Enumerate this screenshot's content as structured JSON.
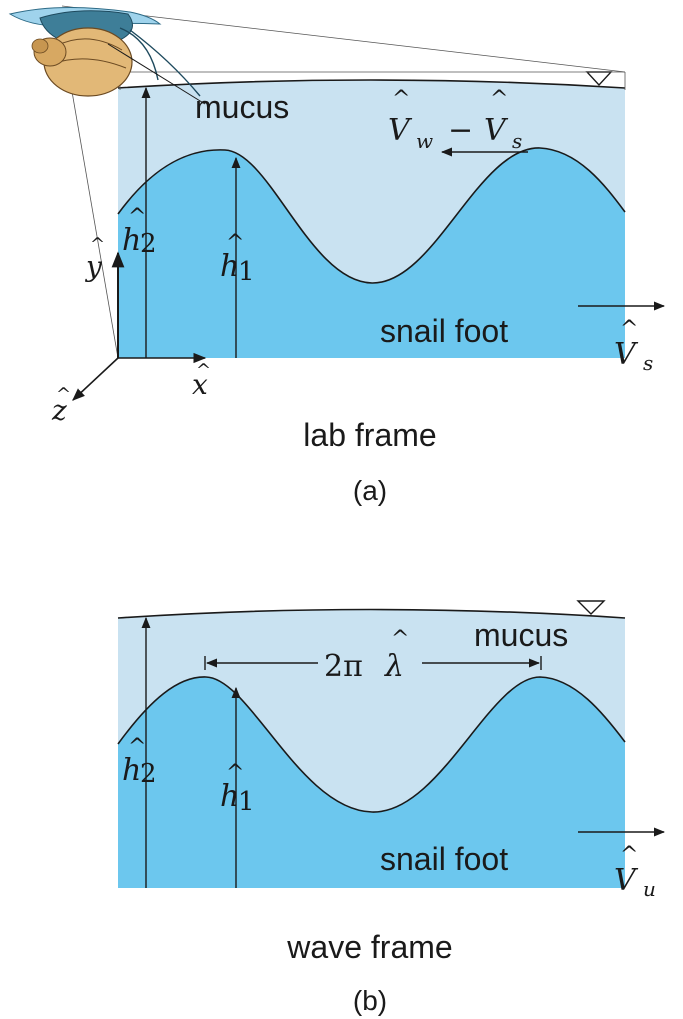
{
  "colors": {
    "mucus": "#c9e2f1",
    "snail_foot": "#6cc7ee",
    "line": "#1a1a1a",
    "background": "#ffffff"
  },
  "panel_a": {
    "mucus_label": "mucus",
    "relative_velocity_label": {
      "hat_w": "V",
      "sub_w": "w",
      "minus": "−",
      "hat_s": "V",
      "sub_s": "s"
    },
    "h2_label": {
      "symbol": "h",
      "sub": "2"
    },
    "h1_label": {
      "symbol": "h",
      "sub": "1"
    },
    "foot_label": "snail foot",
    "foot_velocity_label": {
      "symbol": "V",
      "sub": "s"
    },
    "y_axis_label": "y",
    "x_axis_label": "x",
    "z_axis_label": "z",
    "frame_label": "lab frame",
    "panel_tag": "(a)",
    "snail_icon": "snail-illustration-icon"
  },
  "panel_b": {
    "mucus_label": "mucus",
    "wavelength_label": {
      "prefix": "2π",
      "symbol": "λ"
    },
    "h2_label": {
      "symbol": "h",
      "sub": "2"
    },
    "h1_label": {
      "symbol": "h",
      "sub": "1"
    },
    "foot_label": "snail foot",
    "foot_velocity_label": {
      "symbol": "V",
      "sub": "u"
    },
    "frame_label": "wave frame",
    "panel_tag": "(b)"
  }
}
